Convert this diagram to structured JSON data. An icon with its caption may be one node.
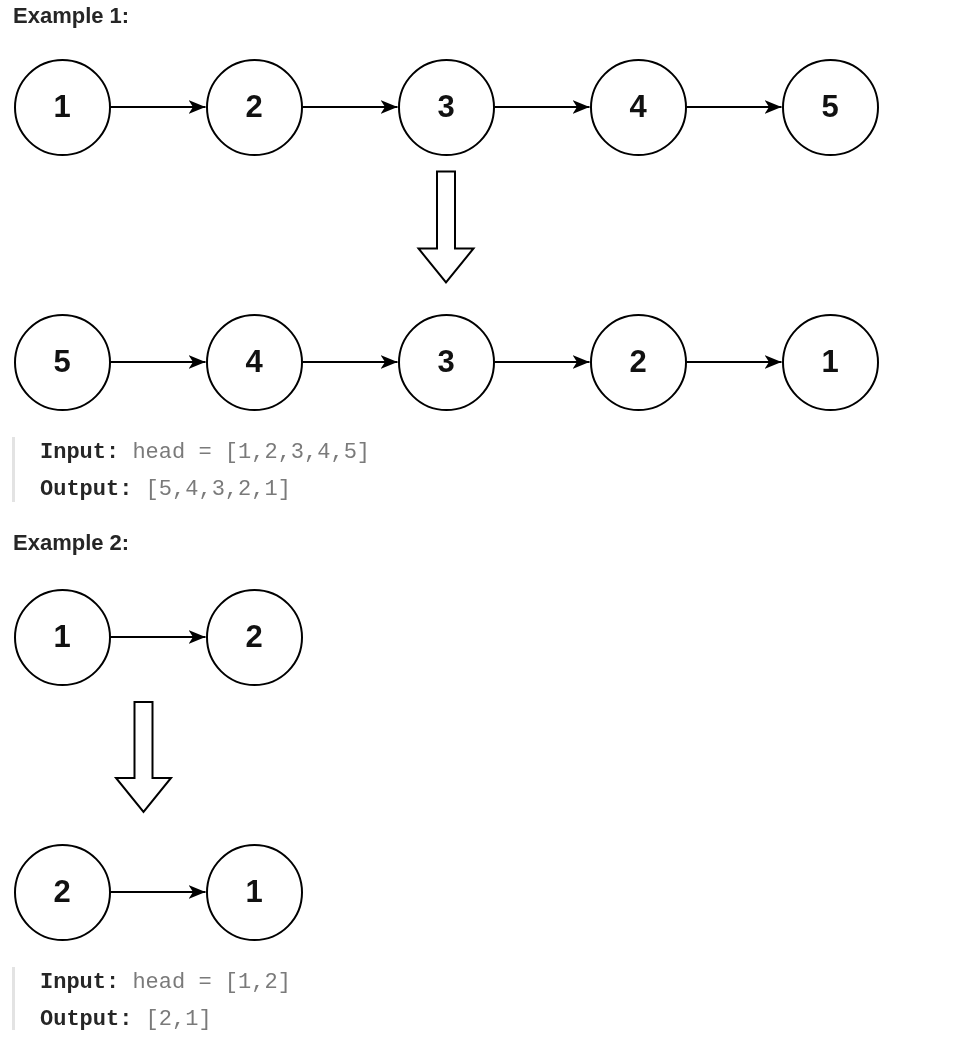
{
  "diagram": {
    "nodes": [
      {
        "text": [
          "1"
        ]
      },
      {
        "text": [
          "2"
        ]
      },
      {
        "text": [
          "3"
        ]
      },
      {
        "text": [
          "4"
        ]
      },
      {
        "text": [
          "5"
        ]
      },
      {
        "text": [
          "5"
        ]
      },
      {
        "text": [
          "4"
        ]
      },
      {
        "text": [
          "3"
        ]
      },
      {
        "text": [
          "2"
        ]
      },
      {
        "text": [
          "1"
        ]
      },
      {
        "text": [
          "1"
        ]
      },
      {
        "text": [
          "2"
        ]
      },
      {
        "text": [
          "2"
        ]
      },
      {
        "text": [
          "1"
        ]
      }
    ],
    "edges": [
      {
        "from": 0,
        "to": 1,
        "arrow": "to"
      },
      {
        "from": 1,
        "to": 2,
        "arrow": "to"
      },
      {
        "from": 2,
        "to": 3,
        "arrow": "to"
      },
      {
        "from": 3,
        "to": 4,
        "arrow": "to"
      },
      {
        "from": 2,
        "to": 7,
        "arrow": "to",
        "style": "thick"
      },
      {
        "from": 5,
        "to": 6,
        "arrow": "to"
      },
      {
        "from": 6,
        "to": 7,
        "arrow": "to"
      },
      {
        "from": 7,
        "to": 8,
        "arrow": "to"
      },
      {
        "from": 8,
        "to": 9,
        "arrow": "to"
      },
      {
        "from": 10,
        "to": 11,
        "arrow": "to"
      },
      {
        "from": 12,
        "to": 13,
        "arrow": "to"
      }
    ],
    "labels": [
      "Example 1:",
      "**Input:** head = [1,2,3,4,5]",
      "**Output:** [5,4,3,2,1]",
      "Example 2:",
      "**Input:** head = [1,2]",
      "**Output:** [2,1]"
    ]
  }
}
